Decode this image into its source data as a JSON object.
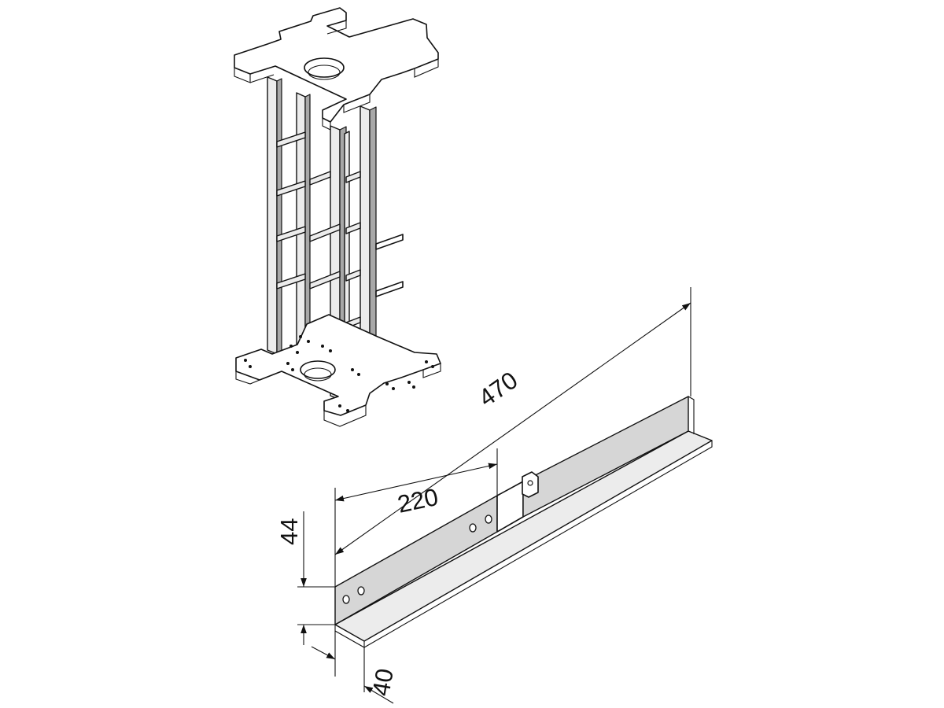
{
  "diagram": {
    "dimensions": {
      "length_total": "470",
      "length_partial": "220",
      "height": "44",
      "depth": "40"
    }
  }
}
